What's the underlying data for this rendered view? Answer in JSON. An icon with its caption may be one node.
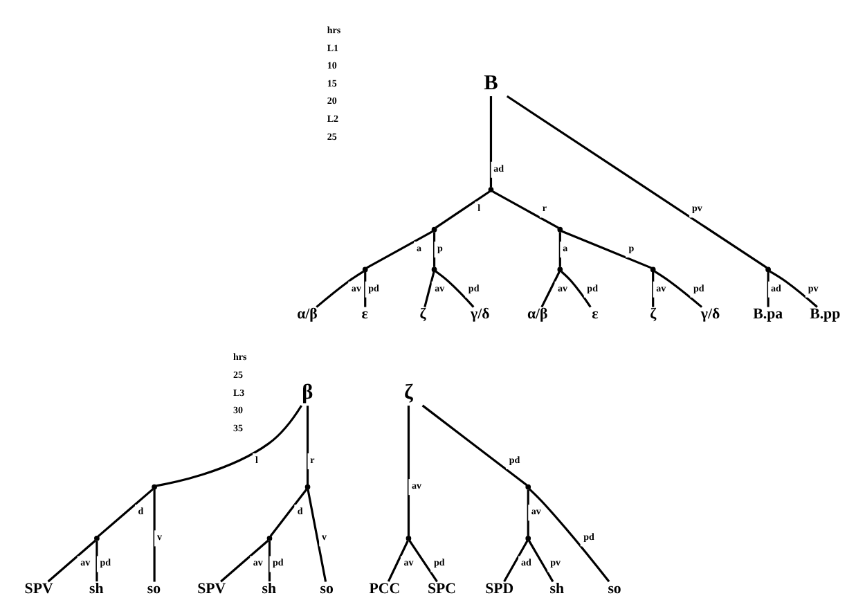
{
  "diagram": {
    "nodes": [
      {
        "text": [
          "B"
        ]
      },
      {
        "text": [],
        "shape": "point"
      },
      {
        "text": [],
        "shape": "point"
      },
      {
        "text": [],
        "shape": "point"
      },
      {
        "text": [
          "α/β"
        ]
      },
      {
        "text": [
          "ε"
        ]
      },
      {
        "text": [],
        "shape": "point"
      },
      {
        "text": [
          "ζ"
        ]
      },
      {
        "text": [
          "γ/δ"
        ]
      },
      {
        "text": [],
        "shape": "point"
      },
      {
        "text": [],
        "shape": "point"
      },
      {
        "text": [
          "α/β"
        ]
      },
      {
        "text": [
          "ε"
        ]
      },
      {
        "text": [],
        "shape": "point"
      },
      {
        "text": [
          "ζ"
        ]
      },
      {
        "text": [
          "γ/δ"
        ]
      },
      {
        "text": [],
        "shape": "point"
      },
      {
        "text": [
          "B.pa"
        ]
      },
      {
        "text": [
          "B.pp"
        ]
      },
      {
        "text": [
          "β"
        ]
      },
      {
        "text": [],
        "shape": "point"
      },
      {
        "text": [],
        "shape": "point"
      },
      {
        "text": [
          "SPV"
        ]
      },
      {
        "text": [
          "sh"
        ]
      },
      {
        "text": [
          "so"
        ]
      },
      {
        "text": [],
        "shape": "point"
      },
      {
        "text": [],
        "shape": "point"
      },
      {
        "text": [
          "SPV"
        ]
      },
      {
        "text": [
          "sh"
        ]
      },
      {
        "text": [
          "so"
        ]
      },
      {
        "text": [
          "ζ"
        ]
      },
      {
        "text": [],
        "shape": "point"
      },
      {
        "text": [
          "PCC"
        ]
      },
      {
        "text": [
          "SPC"
        ]
      },
      {
        "text": [],
        "shape": "point"
      },
      {
        "text": [],
        "shape": "point"
      },
      {
        "text": [
          "SPD"
        ]
      },
      {
        "text": [
          "sh"
        ]
      },
      {
        "text": [
          "so"
        ]
      }
    ],
    "edges": [
      {
        "from": 0,
        "to": 1,
        "arrow": "none",
        "label": "ad"
      },
      {
        "from": 0,
        "to": 16,
        "arrow": "none",
        "label": "pv"
      },
      {
        "from": 1,
        "to": 2,
        "arrow": "none",
        "label": "l"
      },
      {
        "from": 1,
        "to": 9,
        "arrow": "none",
        "label": "r"
      },
      {
        "from": 2,
        "to": 3,
        "arrow": "none",
        "label": "a"
      },
      {
        "from": 2,
        "to": 6,
        "arrow": "none",
        "label": "p"
      },
      {
        "from": 3,
        "to": 4,
        "arrow": "none",
        "label": "av"
      },
      {
        "from": 3,
        "to": 5,
        "arrow": "none",
        "label": "pd"
      },
      {
        "from": 6,
        "to": 7,
        "arrow": "none",
        "label": "av"
      },
      {
        "from": 6,
        "to": 8,
        "arrow": "none",
        "label": "pd"
      },
      {
        "from": 9,
        "to": 10,
        "arrow": "none",
        "label": "a"
      },
      {
        "from": 9,
        "to": 13,
        "arrow": "none",
        "label": "p"
      },
      {
        "from": 10,
        "to": 11,
        "arrow": "none",
        "label": "av"
      },
      {
        "from": 10,
        "to": 12,
        "arrow": "none",
        "label": "pd"
      },
      {
        "from": 13,
        "to": 14,
        "arrow": "none",
        "label": "av"
      },
      {
        "from": 13,
        "to": 15,
        "arrow": "none",
        "label": "pd"
      },
      {
        "from": 16,
        "to": 17,
        "arrow": "none",
        "label": "ad"
      },
      {
        "from": 16,
        "to": 18,
        "arrow": "none",
        "label": "pv"
      },
      {
        "from": 19,
        "to": 20,
        "arrow": "none",
        "label": "l"
      },
      {
        "from": 19,
        "to": 25,
        "arrow": "none",
        "label": "r"
      },
      {
        "from": 20,
        "to": 21,
        "arrow": "none",
        "label": "d"
      },
      {
        "from": 20,
        "to": 24,
        "arrow": "none",
        "label": "v"
      },
      {
        "from": 21,
        "to": 22,
        "arrow": "none",
        "label": "av"
      },
      {
        "from": 21,
        "to": 23,
        "arrow": "none",
        "label": "pd"
      },
      {
        "from": 25,
        "to": 26,
        "arrow": "none",
        "label": "d"
      },
      {
        "from": 25,
        "to": 29,
        "arrow": "none",
        "label": "v"
      },
      {
        "from": 26,
        "to": 27,
        "arrow": "none",
        "label": "av"
      },
      {
        "from": 26,
        "to": 28,
        "arrow": "none",
        "label": "pd"
      },
      {
        "from": 30,
        "to": 31,
        "arrow": "none",
        "label": "av"
      },
      {
        "from": 30,
        "to": 34,
        "arrow": "none",
        "label": "pd"
      },
      {
        "from": 31,
        "to": 32,
        "arrow": "none",
        "label": "av"
      },
      {
        "from": 31,
        "to": 33,
        "arrow": "none",
        "label": "pd"
      },
      {
        "from": 34,
        "to": 35,
        "arrow": "none",
        "label": "av"
      },
      {
        "from": 34,
        "to": 38,
        "arrow": "none",
        "label": "pd"
      },
      {
        "from": 35,
        "to": 36,
        "arrow": "none",
        "label": "ad"
      },
      {
        "from": 35,
        "to": 37,
        "arrow": "none",
        "label": "pv"
      }
    ],
    "labels": [
      "hrs",
      "L1",
      "10",
      "15",
      "20",
      "L2",
      "25",
      "hrs",
      "25",
      "L3",
      "30",
      "35"
    ]
  }
}
